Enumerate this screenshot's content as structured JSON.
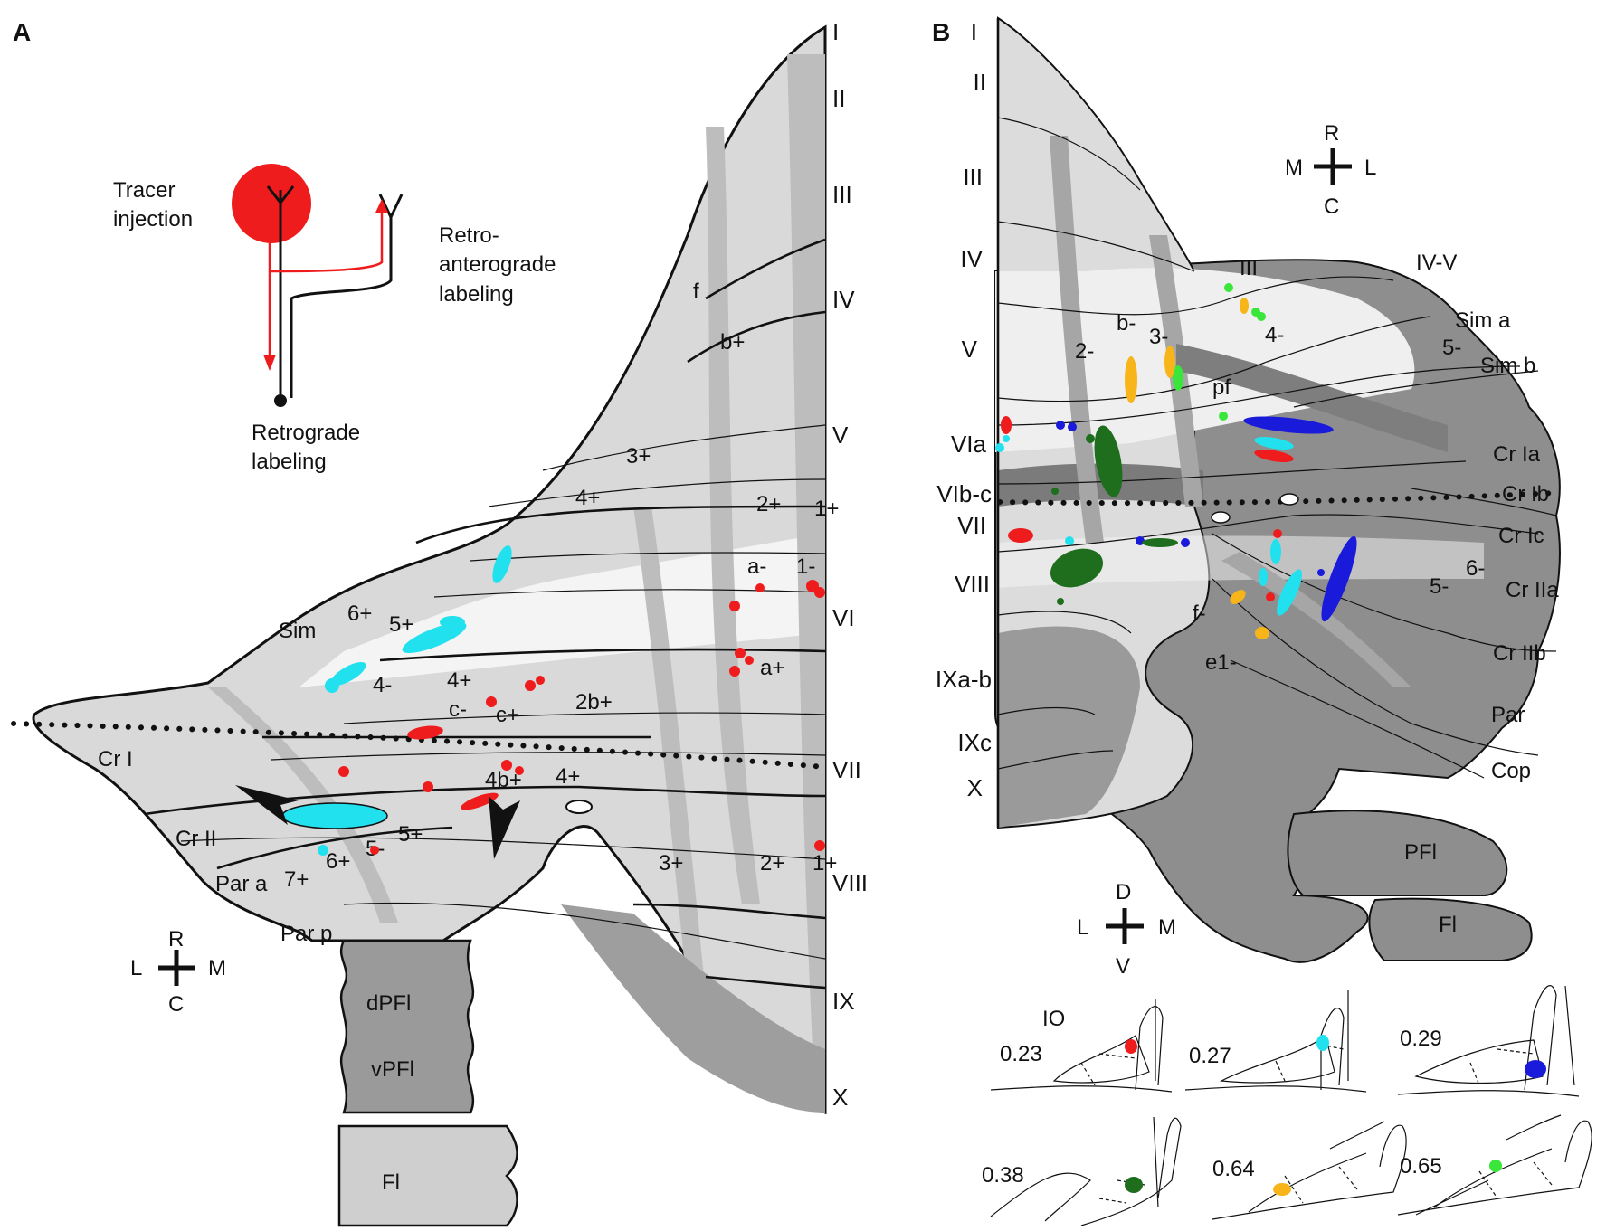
{
  "panels": {
    "a": "A",
    "b": "B"
  },
  "legend": {
    "tracer": [
      "Tracer",
      "injection"
    ],
    "retro_antero": [
      "Retro-",
      "anterograde",
      "labeling"
    ],
    "retrograde": [
      "Retrograde",
      "labeling"
    ]
  },
  "colors": {
    "red": "#ee1c1c",
    "cyan": "#22e1ee",
    "blue": "#1a1adb",
    "dark_green": "#1e6e1e",
    "light_green": "#39e639",
    "orange": "#f7b51a",
    "light_gray": "#d9d9d9",
    "mid_gray": "#bfbfbf",
    "dark_gray": "#8c8c8c",
    "white": "#f2f2f2"
  },
  "panel_a": {
    "lobules": [
      "I",
      "II",
      "III",
      "IV",
      "V",
      "VI",
      "VII",
      "VIII",
      "IX",
      "X"
    ],
    "orientation": {
      "r": "R",
      "l": "L",
      "m": "M",
      "c": "C"
    },
    "hemisphere": [
      "Sim",
      "Cr I",
      "Cr II",
      "Par a",
      "Par p",
      "dPFl",
      "vPFl",
      "Fl"
    ],
    "zones": [
      "f",
      "b+",
      "3+",
      "4+",
      "2+",
      "1+",
      "a-",
      "1-",
      "a+",
      "6+",
      "5+",
      "4-",
      "4+",
      "c-",
      "c+",
      "2b+",
      "4b+",
      "4+",
      "5+",
      "5-",
      "6+",
      "7+",
      "3+",
      "2+",
      "1+"
    ]
  },
  "panel_b": {
    "lobules": [
      "I",
      "II",
      "III",
      "IV",
      "V",
      "VIa",
      "VIb-c",
      "VII",
      "VIII",
      "IXa-b",
      "IXc",
      "X"
    ],
    "orientation": {
      "r": "R",
      "l": "L",
      "m": "M",
      "c": "C"
    },
    "hemisphere": [
      "III",
      "IV-V",
      "Sim a",
      "Sim b",
      "Cr Ia",
      "Cr Ib",
      "Cr Ic",
      "Cr IIa",
      "Cr IIb",
      "Par",
      "Cop",
      "PFl",
      "Fl"
    ],
    "zones": [
      "b-",
      "3-",
      "4-",
      "2-",
      "pf",
      "5-",
      "6-",
      "5-",
      "f-",
      "e1-"
    ],
    "io_orientation": {
      "d": "D",
      "l": "L",
      "m": "M",
      "v": "V"
    },
    "io_label": "IO",
    "io_sections": [
      {
        "label": "0.23",
        "color": "red"
      },
      {
        "label": "0.27",
        "color": "cyan"
      },
      {
        "label": "0.29",
        "color": "blue"
      },
      {
        "label": "0.38",
        "color": "dark_green"
      },
      {
        "label": "0.64",
        "color": "orange"
      },
      {
        "label": "0.65",
        "color": "light_green"
      }
    ]
  }
}
